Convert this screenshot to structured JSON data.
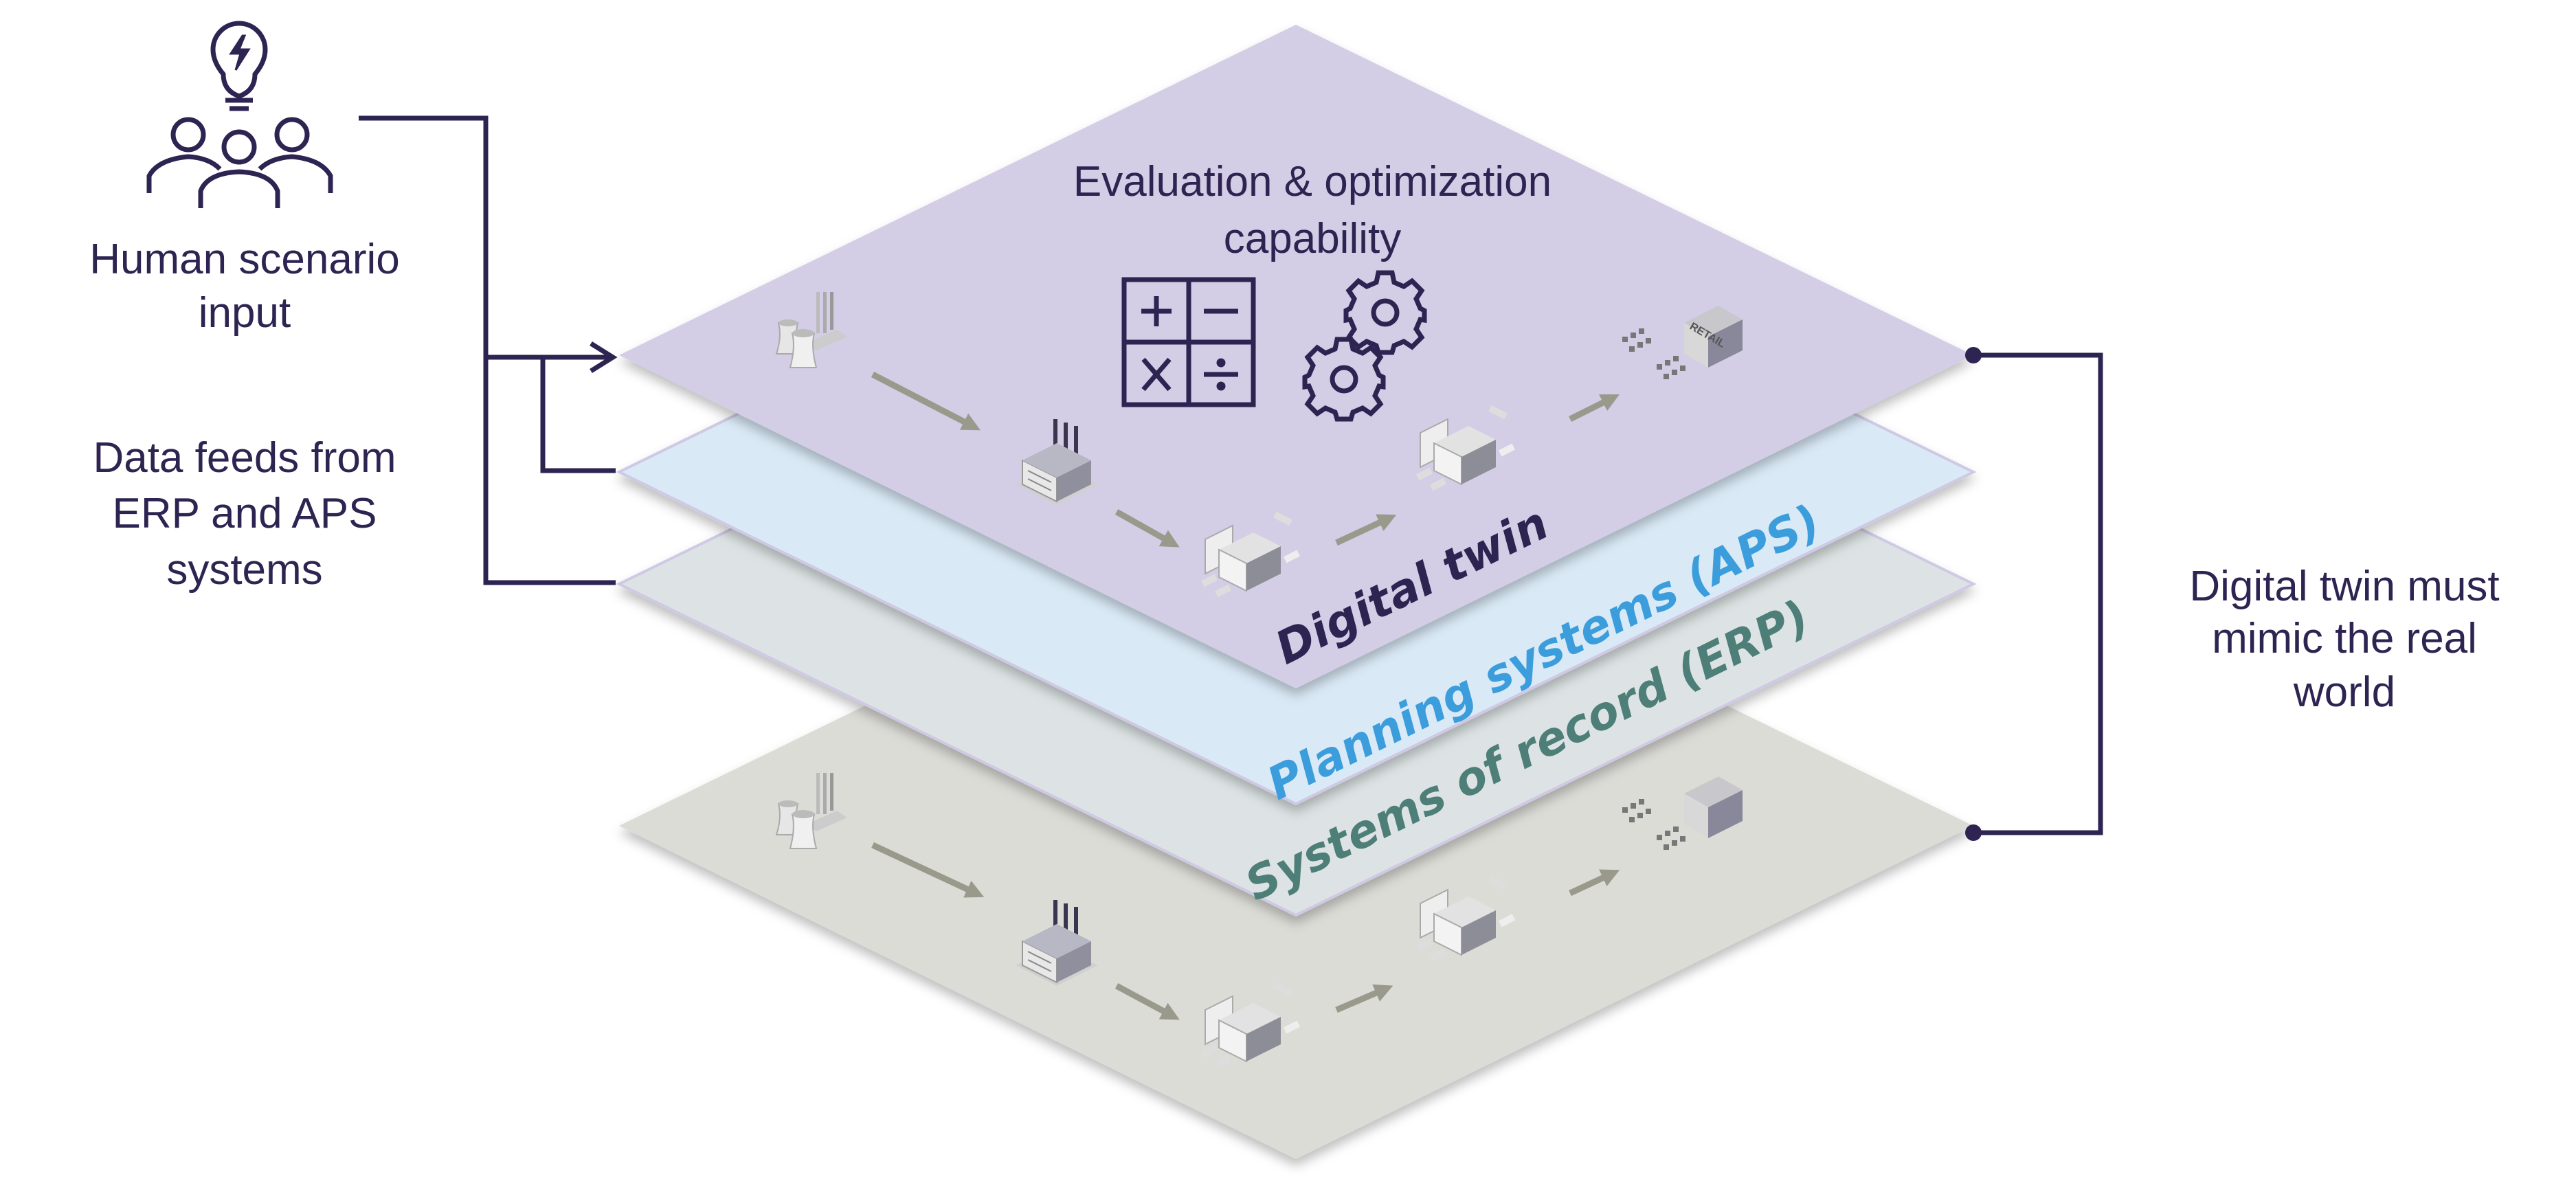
{
  "left": {
    "human_input": [
      "Human scenario",
      "input"
    ],
    "data_feeds": [
      "Data feeds from",
      "ERP and APS",
      "systems"
    ]
  },
  "right": {
    "mimic": [
      "Digital twin must",
      "mimic the real",
      "world"
    ]
  },
  "top_layer": {
    "capability": [
      "Evaluation & optimization",
      "capability"
    ],
    "label": "Digital twin",
    "retail_sign": "RETAIL"
  },
  "layers": {
    "aps": "Planning systems (APS)",
    "erp": "Systems of record (ERP)"
  },
  "colors": {
    "ink": "#2e2452",
    "digital_twin_plane": "#d3cde6",
    "aps_plane": "#d9e9f6",
    "erp_plane": "#dde3e4",
    "real_world_plane": "#dcdcd7",
    "aps_text": "#3b9ddb",
    "erp_text": "#4e7e78"
  },
  "icons": [
    "people-with-lightbulb-icon",
    "calculator-icon",
    "gears-icon",
    "power-plant-icon",
    "factory-icon",
    "warehouse-icon",
    "retail-store-icon"
  ]
}
